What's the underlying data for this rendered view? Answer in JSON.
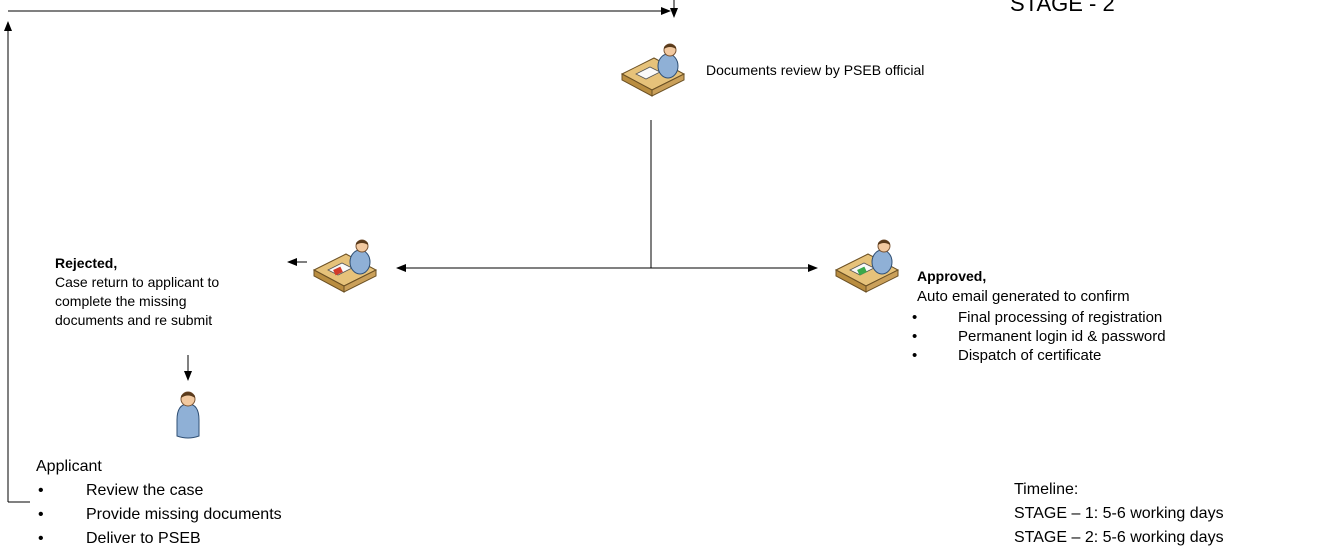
{
  "stage_label": "STAGE - 2",
  "review": {
    "text": "Documents review by PSEB official"
  },
  "rejected": {
    "title": "Rejected,",
    "lines": [
      "Case return to applicant to",
      "complete the missing",
      "documents and re submit"
    ]
  },
  "approved": {
    "title": "Approved,",
    "subtitle": "Auto email generated to confirm",
    "bullets": [
      "Final processing of registration",
      "Permanent login id & password",
      "Dispatch of certificate"
    ]
  },
  "applicant": {
    "title": "Applicant",
    "bullets": [
      "Review the case",
      "Provide missing documents",
      "Deliver to PSEB"
    ]
  },
  "timeline": {
    "title": "Timeline:",
    "lines": [
      "STAGE – 1:  5-6 working days",
      "STAGE – 2:  5-6 working days"
    ]
  },
  "colors": {
    "line": "#000000",
    "desk": "#e6c27a",
    "person": "#8fb0d6",
    "skin": "#f2c9a0"
  }
}
